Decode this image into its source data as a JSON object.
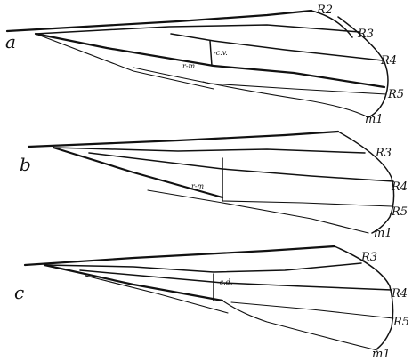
{
  "panels": [
    {
      "label": "a",
      "vein_labels": [
        "R2",
        "R3",
        "R4",
        "R5",
        "m1"
      ],
      "crossvein_labels": [
        "r-m",
        "-c.v."
      ]
    },
    {
      "label": "b",
      "vein_labels": [
        "R3",
        "R4",
        "R5",
        "m1"
      ],
      "crossvein_labels": [
        "r-m"
      ]
    },
    {
      "label": "c",
      "vein_labels": [
        "R3",
        "R4",
        "R5",
        "m1"
      ],
      "crossvein_labels": [
        "-c.d."
      ]
    }
  ]
}
